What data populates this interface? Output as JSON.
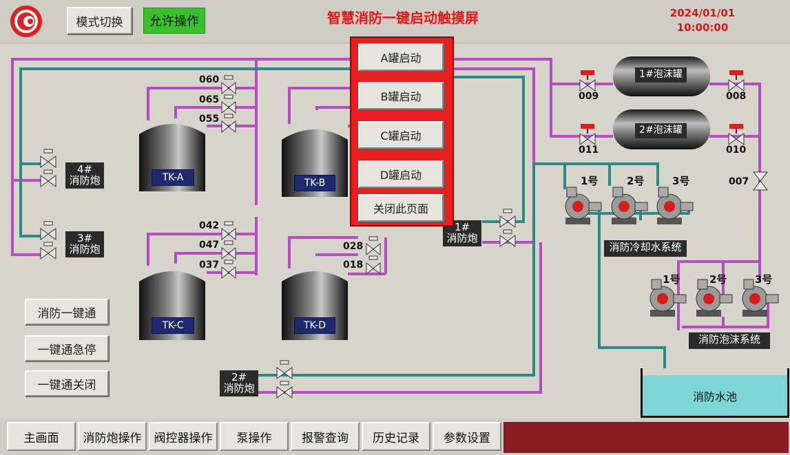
{
  "header": {
    "title": "智慧消防一键启动触摸屏",
    "date": "2024/01/01",
    "time": "10:00:00",
    "mode_switch_label": "模式切换",
    "allow_operation_label": "允许操作"
  },
  "popup": {
    "buttons": [
      "A罐启动",
      "B罐启动",
      "C罐启动",
      "D罐启动",
      "关闭此页面"
    ]
  },
  "tanks": [
    {
      "label": "TK-A"
    },
    {
      "label": "TK-B"
    },
    {
      "label": "TK-C"
    },
    {
      "label": "TK-D"
    }
  ],
  "foam_tanks": [
    {
      "label": "1#泡沫罐"
    },
    {
      "label": "2#泡沫罐"
    }
  ],
  "valves": [
    "060",
    "065",
    "055",
    "042",
    "047",
    "037",
    "028",
    "018",
    "009",
    "008",
    "011",
    "010",
    "007"
  ],
  "cannons": [
    {
      "id": "4#",
      "name": "消防炮"
    },
    {
      "id": "3#",
      "name": "消防炮"
    },
    {
      "id": "1#",
      "name": "消防炮"
    },
    {
      "id": "2#",
      "name": "消防炮"
    }
  ],
  "systems": {
    "cooling": "消防冷却水系统",
    "foam": "消防泡沫系统",
    "pool": "消防水池"
  },
  "pumps": {
    "cooling": [
      "1号",
      "2号",
      "3号"
    ],
    "foam": [
      "1号",
      "2号",
      "3号"
    ]
  },
  "left_buttons": [
    "消防一键通",
    "一键通急停",
    "一键通关闭"
  ],
  "nav": [
    "主画面",
    "消防炮操作",
    "阀控器操作",
    "泵操作",
    "报警查询",
    "历史记录",
    "参数设置"
  ],
  "colors": {
    "foam_line": "#b64ec2",
    "water_line": "#2a8a86",
    "allow_green": "#39c02a",
    "title_red": "#e01818",
    "popup_red": "#e62020",
    "pool_water": "#7fd6d6",
    "alarm_bar": "#8b1a24"
  }
}
